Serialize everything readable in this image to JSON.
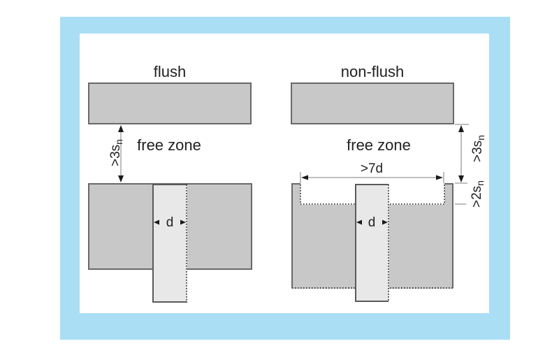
{
  "colors": {
    "frame_blue": "#aadef5",
    "panel_white": "#ffffff",
    "metal_gray": "#c8c8c8",
    "sensor_gray": "#e8e8e8",
    "outline": "#696969",
    "sensor_outline": "#5a5a5a",
    "dotted": "#111111",
    "dim_line": "#999999",
    "arrow": "#1a1a1a",
    "text": "#222222"
  },
  "left_diagram": {
    "title": "flush",
    "free_zone": "free zone",
    "clearance": {
      "main": ">3s",
      "sub": "n"
    },
    "diameter": "d"
  },
  "right_diagram": {
    "title": "non-flush",
    "free_zone": "free zone",
    "clearance": {
      "main": ">3s",
      "sub": "n"
    },
    "recess_depth": {
      "main": ">2s",
      "sub": "n"
    },
    "recess_width": ">7d",
    "diameter": "d"
  }
}
